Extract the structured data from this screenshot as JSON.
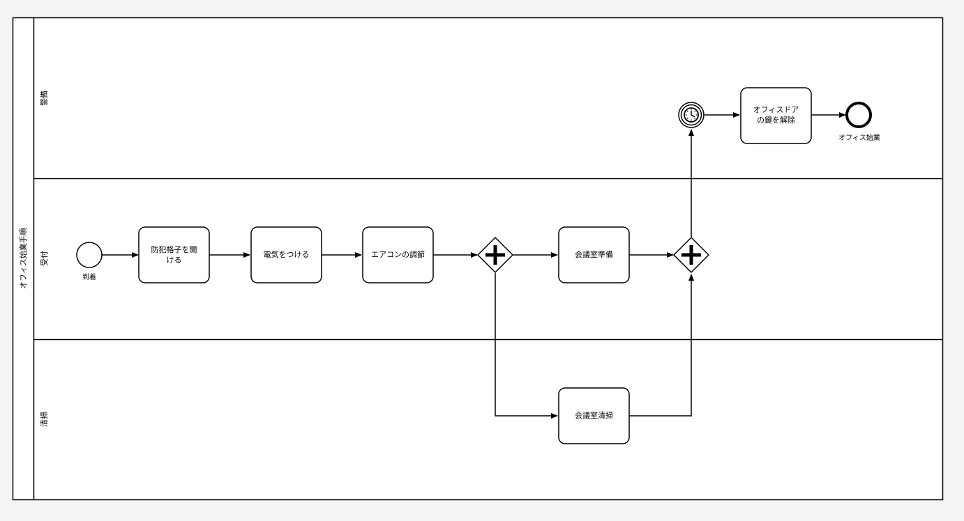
{
  "pool": {
    "label": "オフィス始業手順"
  },
  "lanes": [
    {
      "label": "警備"
    },
    {
      "label": "受付"
    },
    {
      "label": "清掃"
    }
  ],
  "events": {
    "start_label": "到着",
    "end_label": "オフィス始業"
  },
  "tasks": [
    {
      "lines": [
        "防犯格子を開",
        "ける"
      ]
    },
    {
      "lines": [
        "電気をつける"
      ]
    },
    {
      "lines": [
        "エアコンの調節"
      ]
    },
    {
      "lines": [
        "会議室準備"
      ]
    },
    {
      "lines": [
        "会議室清掃"
      ]
    },
    {
      "lines": [
        "オフィスドア",
        "の鍵を解除"
      ]
    }
  ],
  "gateways": [
    {
      "type": "parallel"
    },
    {
      "type": "parallel"
    }
  ],
  "colors": {
    "background": "#f4f4f4",
    "canvas": "#ffffff",
    "stroke": "#000000"
  }
}
